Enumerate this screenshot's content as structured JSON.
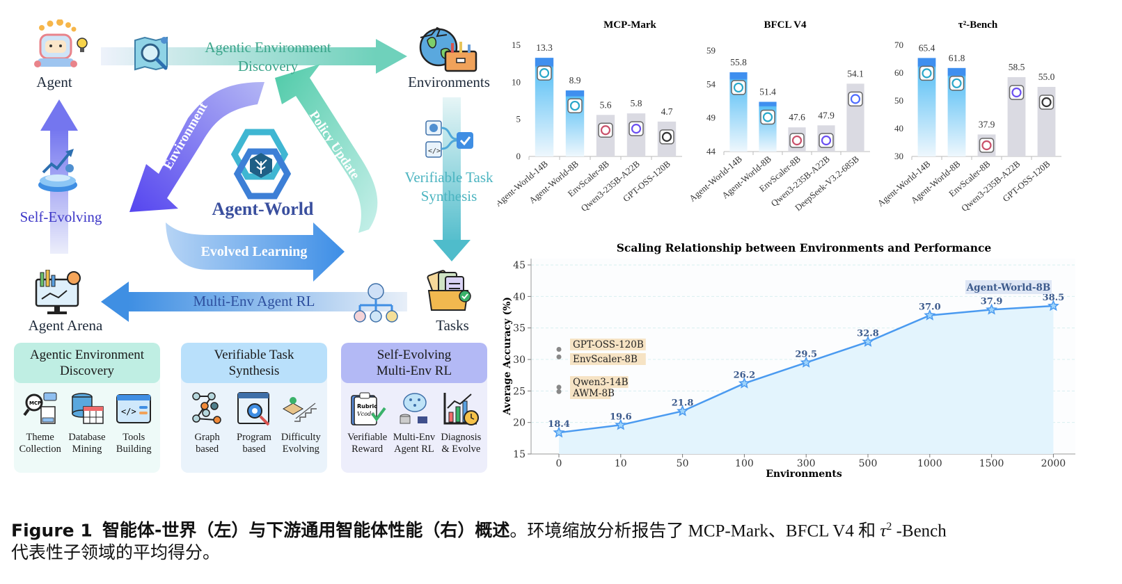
{
  "diagram": {
    "nodes": {
      "agent": "Agent",
      "environments": "Environments",
      "tasks": "Tasks",
      "agent_arena": "Agent Arena",
      "self_evolving": "Self-Evolving"
    },
    "flows": {
      "discovery_line1": "Agentic Environment",
      "discovery_line2": "Discovery",
      "synthesis_line1": "Verifiable Task",
      "synthesis_line2": "Synthesis",
      "multi_env_rl": "Multi-Env Agent RL"
    },
    "cycle": {
      "environment": "Environment",
      "policy_update": "Policy Update",
      "evolved_learning": "Evolved Learning",
      "center_title": "Agent-World"
    },
    "panels": [
      {
        "title_line1": "Agentic Environment",
        "title_line2": "Discovery",
        "items": [
          {
            "line1": "Theme",
            "line2": "Collection",
            "icon": "mcp-search-icon"
          },
          {
            "line1": "Database",
            "line2": "Mining",
            "icon": "database-icon"
          },
          {
            "line1": "Tools",
            "line2": "Building",
            "icon": "code-window-icon"
          }
        ]
      },
      {
        "title_line1": "Verifiable Task",
        "title_line2": "Synthesis",
        "items": [
          {
            "line1": "Graph",
            "line2": "based",
            "icon": "graph-icon"
          },
          {
            "line1": "Program",
            "line2": "based",
            "icon": "program-gear-icon"
          },
          {
            "line1": "Difficulty",
            "line2": "Evolving",
            "icon": "stairs-icon"
          }
        ]
      },
      {
        "title_line1": "Self-Evolving",
        "title_line2": "Multi-Env RL",
        "items": [
          {
            "line1": "Verifiable",
            "line2": "Reward",
            "icon": "rubric-clipboard-icon"
          },
          {
            "line1": "Multi-Env",
            "line2": "Agent RL",
            "icon": "brain-network-icon"
          },
          {
            "line1": "Diagnosis",
            "line2": "& Evolve",
            "icon": "chart-clock-icon"
          }
        ]
      }
    ]
  },
  "chart_data": [
    {
      "type": "bar",
      "title": "MCP-Mark",
      "categories": [
        "Agent-World-14B",
        "Agent-World-8B",
        "EnvScaler-8B",
        "Qwen3-235B-A22B",
        "GPT-OSS-120B"
      ],
      "values": [
        13.3,
        8.9,
        5.6,
        5.8,
        4.7
      ],
      "highlight": [
        true,
        true,
        false,
        false,
        false
      ],
      "logos": [
        "agent-world-logo-icon",
        "agent-world-logo-icon",
        "envscaler-logo-icon",
        "qwen-logo-icon",
        "openai-logo-icon"
      ],
      "yticks": [
        0,
        5,
        10,
        15
      ],
      "ylim": [
        0,
        15
      ],
      "xlabel": "",
      "ylabel": ""
    },
    {
      "type": "bar",
      "title": "BFCL V4",
      "categories": [
        "Agent-World-14B",
        "Agent-World-8B",
        "EnvScaler-8B",
        "Qwen3-235B-A22B",
        "DeepSeek-V3.2-685B"
      ],
      "values": [
        55.8,
        51.4,
        47.6,
        47.9,
        54.1
      ],
      "highlight": [
        true,
        true,
        false,
        false,
        false
      ],
      "logos": [
        "agent-world-logo-icon",
        "agent-world-logo-icon",
        "envscaler-logo-icon",
        "qwen-logo-icon",
        "deepseek-logo-icon"
      ],
      "yticks": [
        44,
        49,
        54,
        59
      ],
      "ylim": [
        44,
        59
      ],
      "xlabel": "",
      "ylabel": ""
    },
    {
      "type": "bar",
      "title": "τ²-Bench",
      "categories": [
        "Agent-World-14B",
        "Agent-World-8B",
        "EnvScaler-8B",
        "Qwen3-235B-A22B",
        "GPT-OSS-120B"
      ],
      "values": [
        65.4,
        61.8,
        37.9,
        58.5,
        55.0
      ],
      "value_labels": [
        "65.4",
        "61.8",
        "37.9",
        "58.5",
        "55.0"
      ],
      "highlight": [
        true,
        true,
        false,
        false,
        false
      ],
      "logos": [
        "agent-world-logo-icon",
        "agent-world-logo-icon",
        "envscaler-logo-icon",
        "qwen-logo-icon",
        "openai-logo-icon"
      ],
      "yticks": [
        30,
        40,
        50,
        60,
        70
      ],
      "ylim": [
        30,
        70
      ],
      "xlabel": "",
      "ylabel": ""
    },
    {
      "type": "line",
      "title": "Scaling Relationship between Environments and Performance",
      "xlabel": "Environments",
      "ylabel": "Average Accuracy (%)",
      "x": [
        "0",
        "10",
        "50",
        "100",
        "300",
        "500",
        "1000",
        "1500",
        "2000"
      ],
      "series": [
        {
          "name": "Agent-World-8B",
          "values": [
            18.4,
            19.6,
            21.8,
            26.2,
            29.5,
            32.8,
            37.0,
            37.9,
            38.5
          ],
          "labels": [
            "18.4",
            "19.6",
            "21.8",
            "26.2",
            "29.5",
            "32.8",
            "37.0",
            "37.9",
            "38.5"
          ],
          "marker": "star",
          "color": "#4a9af0"
        }
      ],
      "baselines": [
        {
          "name": "GPT-OSS-120B",
          "value": 31.6
        },
        {
          "name": "EnvScaler-8B",
          "value": 30.4
        },
        {
          "name": "Qwen3-14B",
          "value": 25.6
        },
        {
          "name": "AWM-8B",
          "value": 24.9
        }
      ],
      "yticks": [
        15,
        20,
        25,
        30,
        35,
        40,
        45
      ],
      "ylim": [
        15,
        46
      ],
      "grid": true,
      "legend": "top-right"
    }
  ],
  "caption": {
    "label": "Figure 1",
    "bold_text": "智能体-世界（左）与下游通用智能体性能（右）概述",
    "text": "。环境缩放分析报告了 MCP-Mark、BFCL V4 和 ",
    "tau": "τ",
    "sup": "2",
    "text_end": " -Bench",
    "line2": "代表性子领域的平均得分。"
  },
  "colors": {
    "teal_arrow": "#5cc9b0",
    "purple_arrow": "#6e6cf0",
    "blue_arrow": "#4a9af0",
    "highlight_bar": "#4aa6f5",
    "gray_bar": "#d9d9e1",
    "panel1_head": "#bfeee3",
    "panel2_head": "#b9e0fb",
    "panel3_head": "#b3b9f5"
  }
}
